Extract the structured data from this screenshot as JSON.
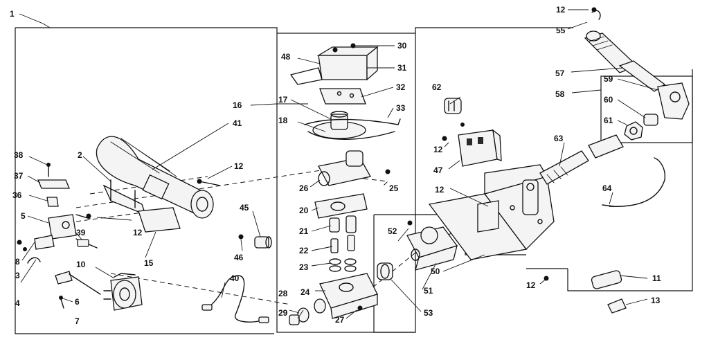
{
  "labels": {
    "p1": "1",
    "p2": "2",
    "p3": "3",
    "p4": "4",
    "p5": "5",
    "p6": "6",
    "p7": "7",
    "p8": "8",
    "p10": "10",
    "p11": "11",
    "p12a": "12",
    "p12b": "12",
    "p12c": "12",
    "p12d": "12",
    "p12e": "12",
    "p12f": "12",
    "p13": "13",
    "p15": "15",
    "p16": "16",
    "p17": "17",
    "p18": "18",
    "p20": "20",
    "p21": "21",
    "p22": "22",
    "p23": "23",
    "p24": "24",
    "p25": "25",
    "p26": "26",
    "p27": "27",
    "p28": "28",
    "p29": "29",
    "p30": "30",
    "p31": "31",
    "p32": "32",
    "p33": "33",
    "p36": "36",
    "p37": "37",
    "p38": "38",
    "p39": "39",
    "p40": "40",
    "p41": "41",
    "p45": "45",
    "p46": "46",
    "p47": "47",
    "p48": "48",
    "p50": "50",
    "p51": "51",
    "p52": "52",
    "p53": "53",
    "p55": "55",
    "p57": "57",
    "p58": "58",
    "p59": "59",
    "p60": "60",
    "p61": "61",
    "p62": "62",
    "p63": "63",
    "p64": "64"
  }
}
